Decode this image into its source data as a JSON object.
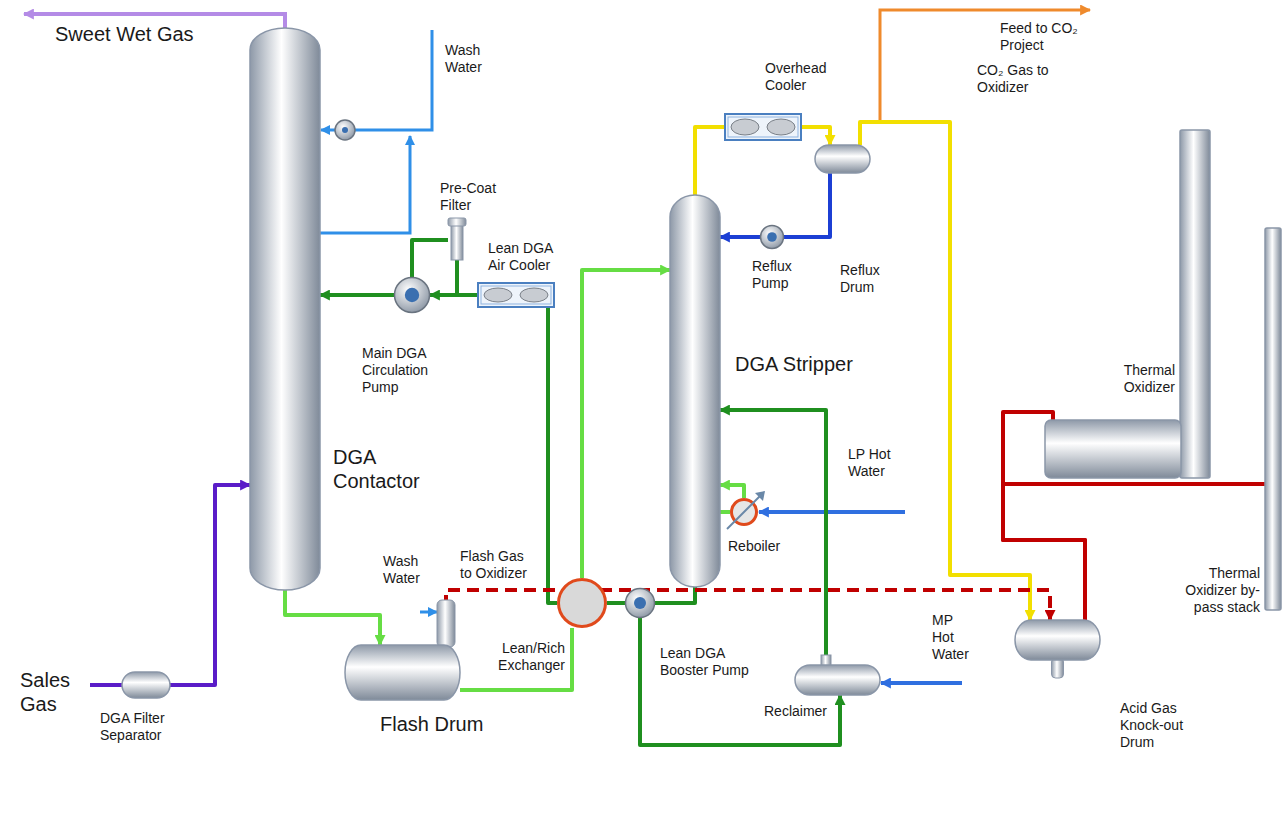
{
  "diagram": {
    "nodes": [
      {
        "text": [
          "DGA Contactor"
        ]
      },
      {
        "text": [
          "DGA Filter Separator"
        ]
      },
      {
        "text": [
          "Flash Drum"
        ]
      },
      {
        "text": [
          "Lean/Rich Exchanger"
        ]
      },
      {
        "text": [
          "Lean DGA Booster Pump"
        ]
      },
      {
        "text": [
          "DGA Stripper"
        ]
      },
      {
        "text": [
          "Reboiler"
        ]
      },
      {
        "text": [
          "Reclaimer"
        ]
      },
      {
        "text": [
          "Overhead Cooler"
        ]
      },
      {
        "text": [
          "Reflux Drum"
        ]
      },
      {
        "text": [
          "Reflux Pump"
        ]
      },
      {
        "text": [
          "Lean DGA Air Cooler"
        ]
      },
      {
        "text": [
          "Pre-Coat Filter"
        ]
      },
      {
        "text": [
          "Main DGA Circulation Pump"
        ]
      },
      {
        "text": [
          "Acid Gas Knock-out Drum"
        ]
      },
      {
        "text": [
          "Thermal Oxidizer"
        ]
      },
      {
        "text": [
          "Thermal Oxidizer by-pass stack"
        ]
      }
    ],
    "edges": [
      {
        "from": 1,
        "to": 0,
        "arrow": "to"
      },
      {
        "from": 0,
        "to": 2,
        "arrow": "to"
      },
      {
        "from": 2,
        "to": 3,
        "arrow": "none"
      },
      {
        "from": 3,
        "to": 5,
        "arrow": "to"
      },
      {
        "from": 5,
        "to": 4,
        "arrow": "none"
      },
      {
        "from": 4,
        "to": 3,
        "arrow": "none"
      },
      {
        "from": 3,
        "to": 11,
        "arrow": "none"
      },
      {
        "from": 11,
        "to": 13,
        "arrow": "none"
      },
      {
        "from": 13,
        "to": 0,
        "arrow": "to"
      },
      {
        "from": 13,
        "to": 12,
        "arrow": "none"
      },
      {
        "from": 12,
        "to": 13,
        "arrow": "to"
      },
      {
        "from": 5,
        "to": 6,
        "arrow": "none"
      },
      {
        "from": 6,
        "to": 5,
        "arrow": "to"
      },
      {
        "from": 7,
        "to": 5,
        "arrow": "to"
      },
      {
        "from": 4,
        "to": 7,
        "arrow": "to"
      },
      {
        "from": 5,
        "to": 8,
        "arrow": "none"
      },
      {
        "from": 8,
        "to": 9,
        "arrow": "to"
      },
      {
        "from": 9,
        "to": 10,
        "arrow": "none"
      },
      {
        "from": 10,
        "to": 5,
        "arrow": "to"
      },
      {
        "from": 9,
        "to": 14,
        "label": "CO₂ Gas to Oxidizer",
        "arrow": "to"
      },
      {
        "from": 2,
        "to": 14,
        "label": "Flash Gas to Oxidizer",
        "arrow": "to"
      },
      {
        "from": 14,
        "to": 15,
        "arrow": "none"
      },
      {
        "from": 14,
        "to": 16,
        "arrow": "none"
      }
    ],
    "labels": [
      "Sweet Wet Gas",
      "Sales Gas",
      "Wash Water",
      "Wash Water",
      "LP Hot Water",
      "MP Hot Water",
      "Feed to CO₂ Project"
    ]
  }
}
